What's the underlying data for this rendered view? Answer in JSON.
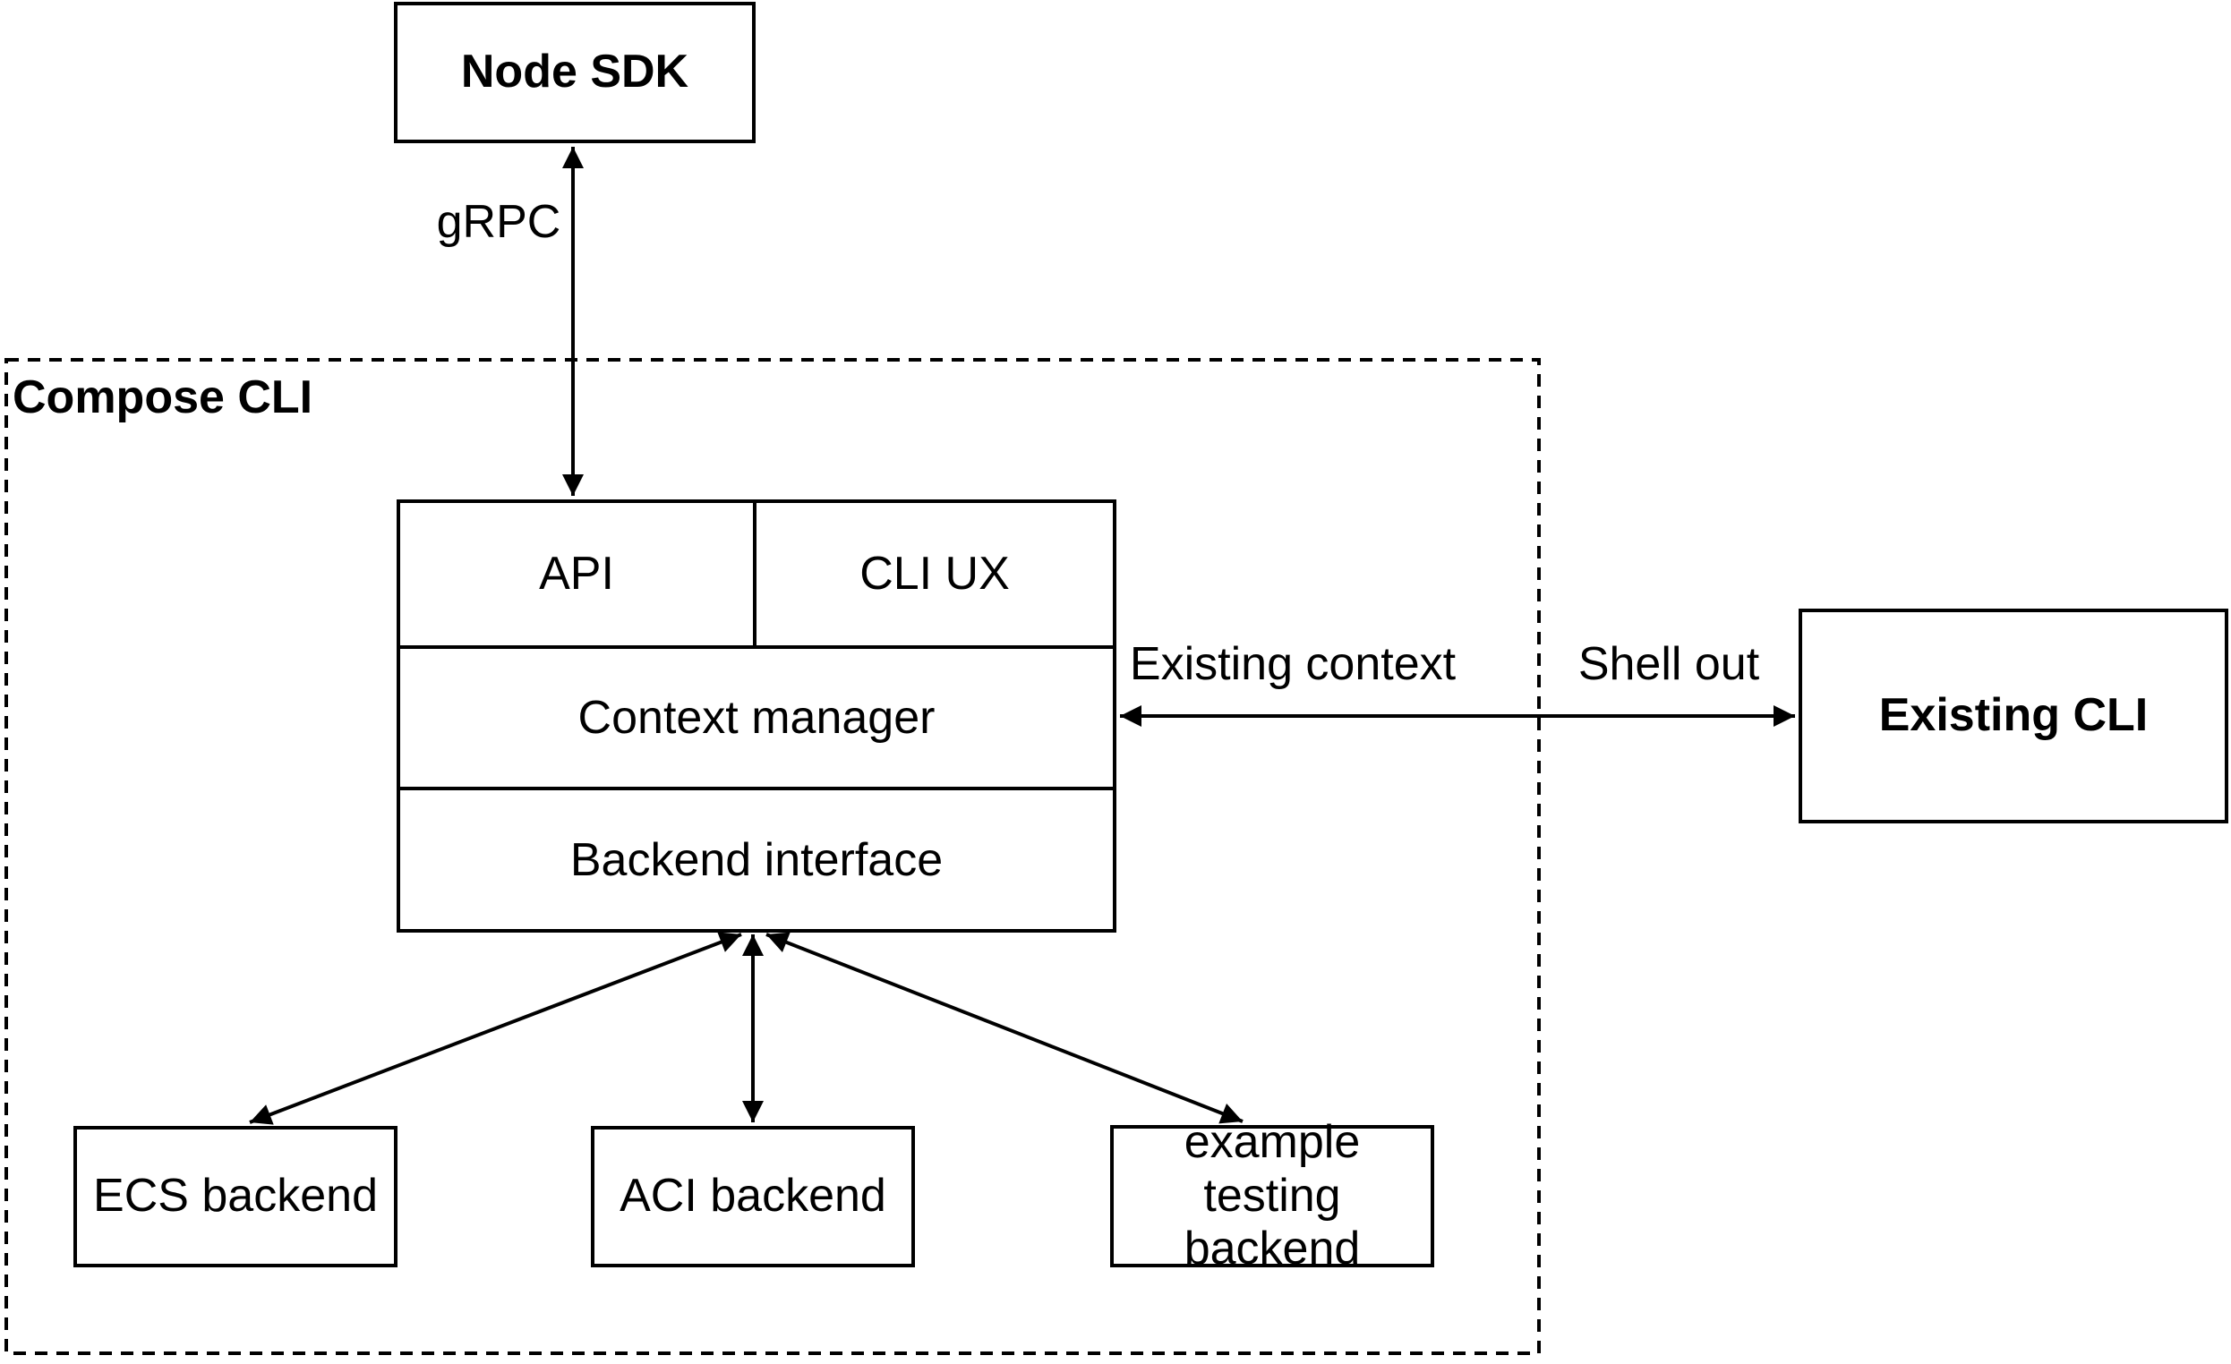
{
  "colors": {
    "background": "#ffffff",
    "line": "#000000",
    "text": "#000000"
  },
  "container": {
    "label": "Compose CLI"
  },
  "nodes": {
    "node_sdk": {
      "label": "Node SDK"
    },
    "stack": {
      "api": {
        "label": "API"
      },
      "cli_ux": {
        "label": "CLI UX"
      },
      "context_manager": {
        "label": "Context manager"
      },
      "backend_interface": {
        "label": "Backend interface"
      }
    },
    "existing_cli": {
      "label": "Existing CLI"
    },
    "ecs_backend": {
      "label": "ECS backend"
    },
    "aci_backend": {
      "label": "ACI backend"
    },
    "example_testing_backend": {
      "label": "example testing backend"
    }
  },
  "edges": {
    "grpc": {
      "label": "gRPC"
    },
    "existing_context": {
      "label": "Existing context"
    },
    "shell_out": {
      "label": "Shell out"
    }
  }
}
